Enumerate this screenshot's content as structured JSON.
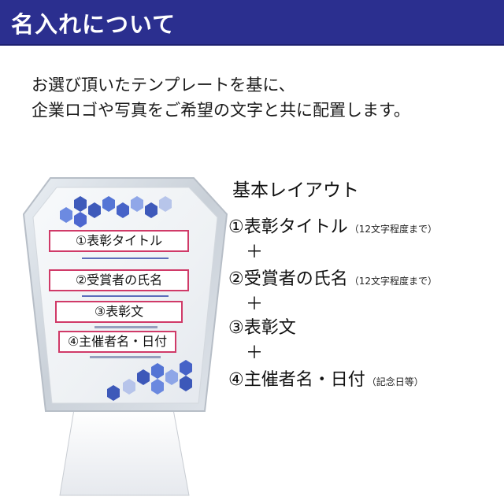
{
  "header": {
    "title": "名入れについて"
  },
  "intro": {
    "line1": "お選び頂いたテンプレートを基に、",
    "line2": "企業ロゴや写真をご希望の文字と共に配置します。"
  },
  "trophy": {
    "label1": "①表彰タイトル",
    "label2": "②受賞者の氏名",
    "label3": "③表彰文",
    "label4": "④主催者名・日付"
  },
  "layout": {
    "title": "基本レイアウト",
    "items": [
      {
        "label": "①表彰タイトル",
        "note": "（12文字程度まで）"
      },
      {
        "label": "②受賞者の氏名",
        "note": "（12文字程度まで）"
      },
      {
        "label": "③表彰文",
        "note": ""
      },
      {
        "label": "④主催者名・日付",
        "note": "（記念日等）"
      }
    ],
    "plus": "＋"
  },
  "colors": {
    "header_bg": "#2b2f8f",
    "label_border": "#d03a68",
    "hex_accent": "#1f3fb0"
  }
}
